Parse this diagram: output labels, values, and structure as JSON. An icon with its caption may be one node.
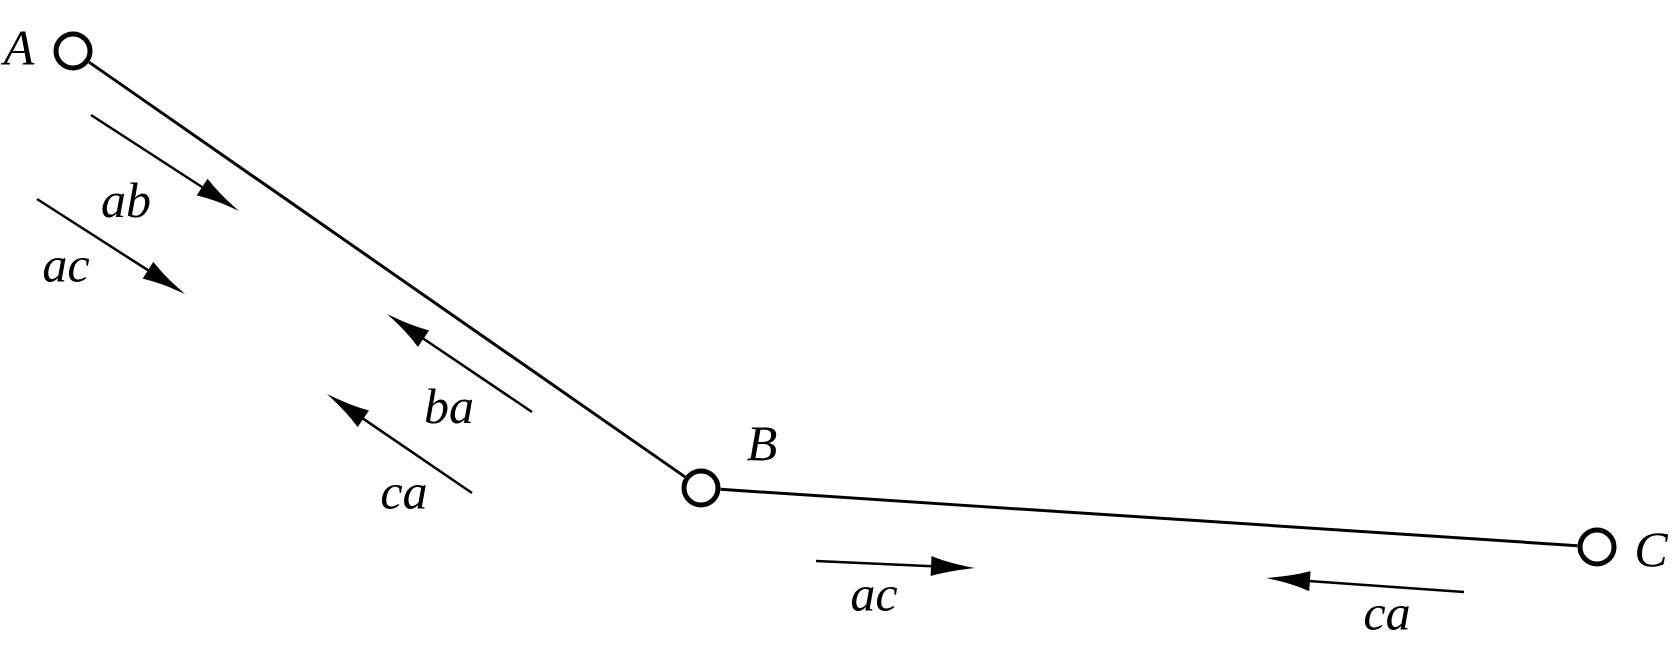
{
  "diagram": {
    "nodes": [
      {
        "text": [
          "A"
        ]
      },
      {
        "text": [
          "B"
        ]
      },
      {
        "text": [
          "C"
        ]
      }
    ],
    "edges": [
      {
        "from": 0,
        "to": 1,
        "arrow": "none"
      },
      {
        "from": 1,
        "to": 2,
        "arrow": "none"
      }
    ],
    "labels": [
      "ab",
      "ac",
      "ba",
      "ca",
      "ac",
      "ca"
    ]
  }
}
